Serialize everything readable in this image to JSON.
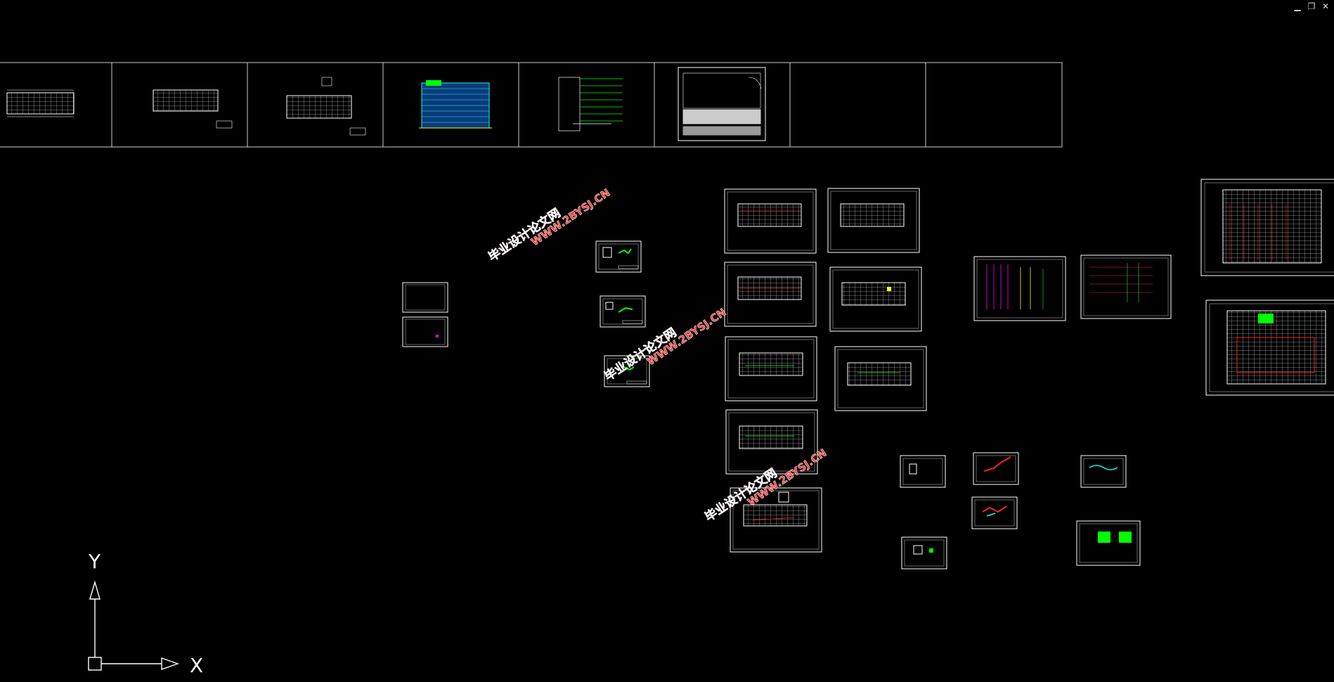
{
  "window": {
    "minimize_icon": "minimize-icon",
    "restore_icon": "restore-icon",
    "close_icon": "close-icon",
    "minimize_glyph": "▁",
    "restore_glyph": "❐",
    "close_glyph": "✕"
  },
  "colors": {
    "background": "#000000",
    "frame": "#ffffff",
    "green": "#00ff00",
    "red": "#ff2020",
    "cyan": "#00ffff",
    "magenta": "#ff00ff",
    "yellow": "#ffff00",
    "watermark": "#ff4444"
  },
  "watermarks": [
    {
      "line1": "毕业设计论文网",
      "line2": "WWW.2BYSJ.CN"
    },
    {
      "line1": "毕业设计论文网",
      "line2": "WWW.2BYSJ.CN"
    },
    {
      "line1": "毕业设计论文网",
      "line2": "WWW.2BYSJ.CN"
    }
  ],
  "ucs": {
    "x_label": "X",
    "y_label": "Y",
    "icon": "ucs-axis-icon"
  }
}
